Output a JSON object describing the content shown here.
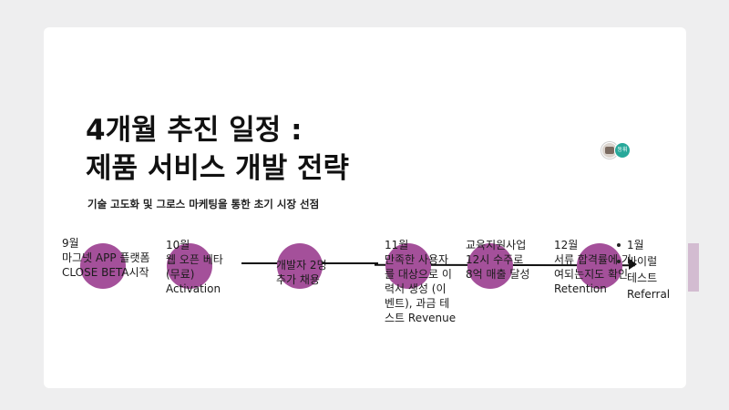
{
  "title_line1": "4개월 추진 일정 :",
  "title_line2": "제품 서비스 개발 전략",
  "subtitle": "기술 고도화 및 그로스 마케팅을 통한 초기 시장 선점",
  "collaborator_badge": "동휘",
  "milestones": [
    {
      "label": "9월\n마그넷 APP 플랫폼\nCLOSE BETA시작"
    },
    {
      "label": "10월\n웹 오픈 베타\n(무료)\nActivation"
    },
    {
      "label": "개발자 2명\n추가 채용"
    },
    {
      "label": "11월\n만족한 사용자\n를 대상으로 이\n력서 생성 (이\n벤트), 과금 테\n스트 Revenue"
    },
    {
      "label": "교육지원사업\n12시 수주로\n8억 매출 달성"
    },
    {
      "label": "12월\n서류 합격률에 기\n여되는지도 확인\nRetention"
    }
  ],
  "last_bullets": {
    "item1": "1월",
    "item2": "바이럴",
    "item2_cont1": "테스트",
    "item2_cont2": "Referral"
  },
  "colors": {
    "circle": "#a4509a",
    "line": "#111111",
    "background": "#eeeeef"
  }
}
